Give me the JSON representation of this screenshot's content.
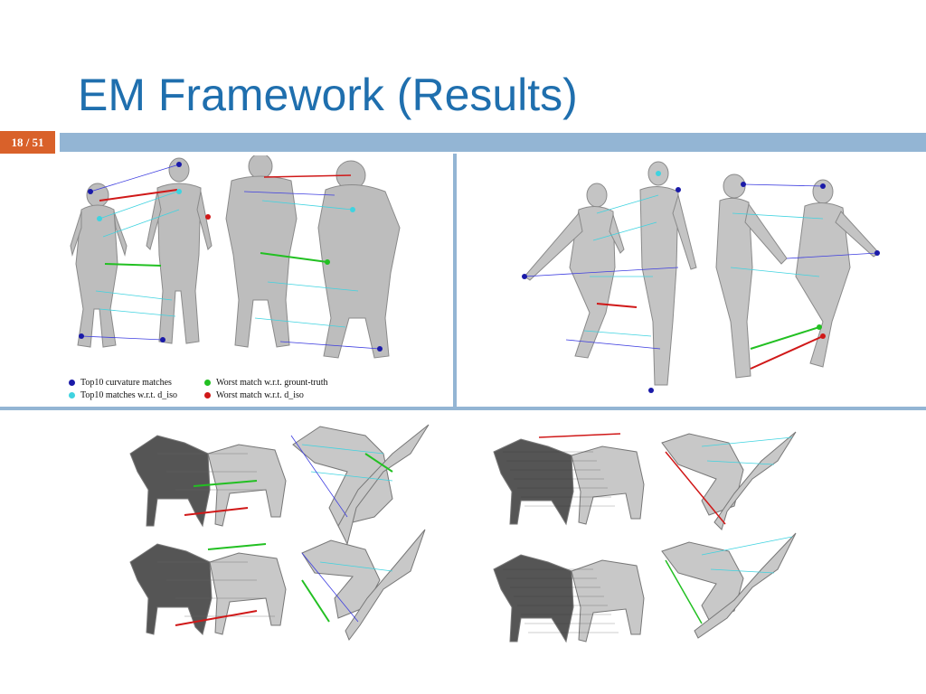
{
  "slide": {
    "title": "EM Framework (Results)",
    "page_number": "18 / 51"
  },
  "legend": {
    "items": [
      {
        "label": "Top10 curvature matches",
        "color": "#1a1aa8"
      },
      {
        "label": "Top10 matches w.r.t. d_iso",
        "color": "#3fd3e0"
      },
      {
        "label": "Worst match w.r.t. grount-truth",
        "color": "#22c022"
      },
      {
        "label": "Worst match w.r.t. d_iso",
        "color": "#d01818"
      }
    ]
  },
  "colors": {
    "title": "#1f6fae",
    "bar": "#93b5d4",
    "page_badge": "#d9612a",
    "mesh": "#b8b8b8",
    "cyan_lines": "#3fd3e0",
    "blue_lines": "#3d3de0",
    "green_line": "#22c022",
    "red_line": "#d01818"
  }
}
